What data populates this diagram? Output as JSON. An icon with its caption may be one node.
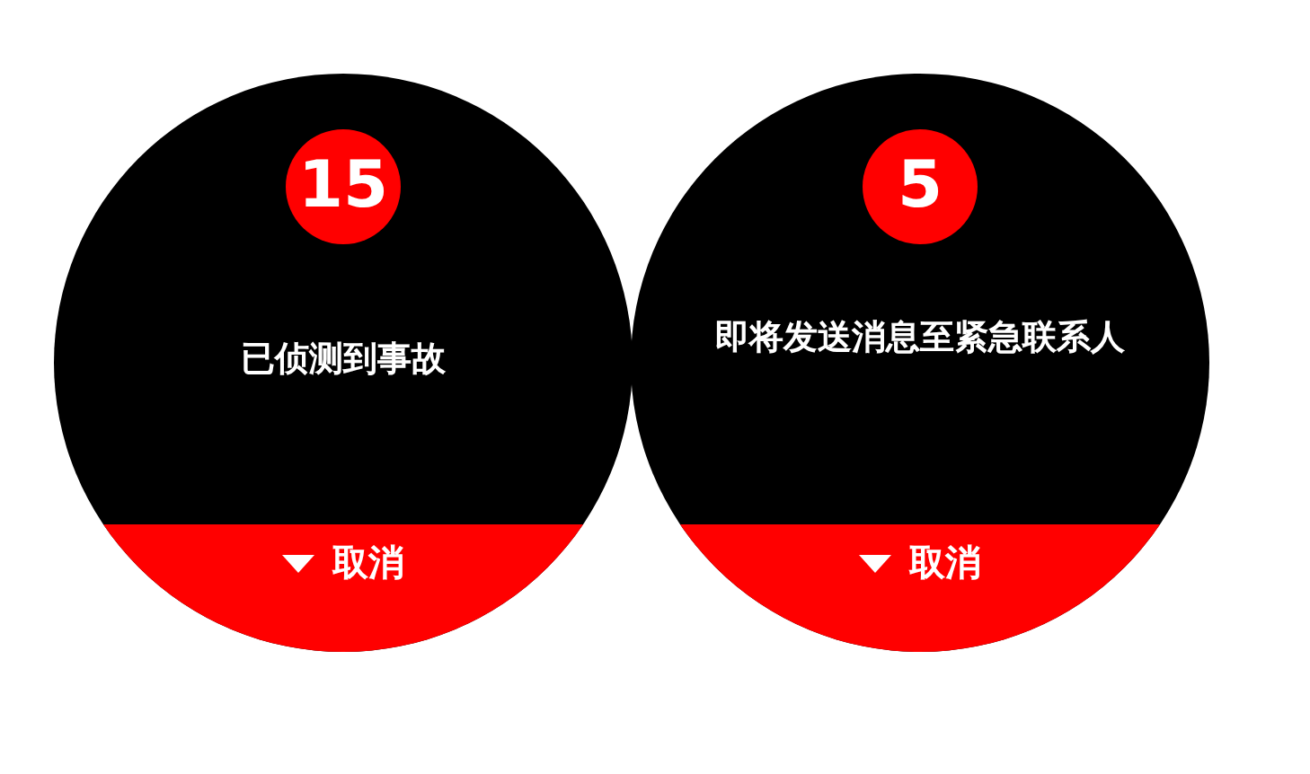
{
  "diagram": {
    "nodes": [
      {
        "text": [
          "15",
          "已侦测到事故",
          "取消"
        ]
      },
      {
        "text": [
          "5",
          "即将发送消息至紧急联系人",
          "取消"
        ]
      }
    ]
  }
}
